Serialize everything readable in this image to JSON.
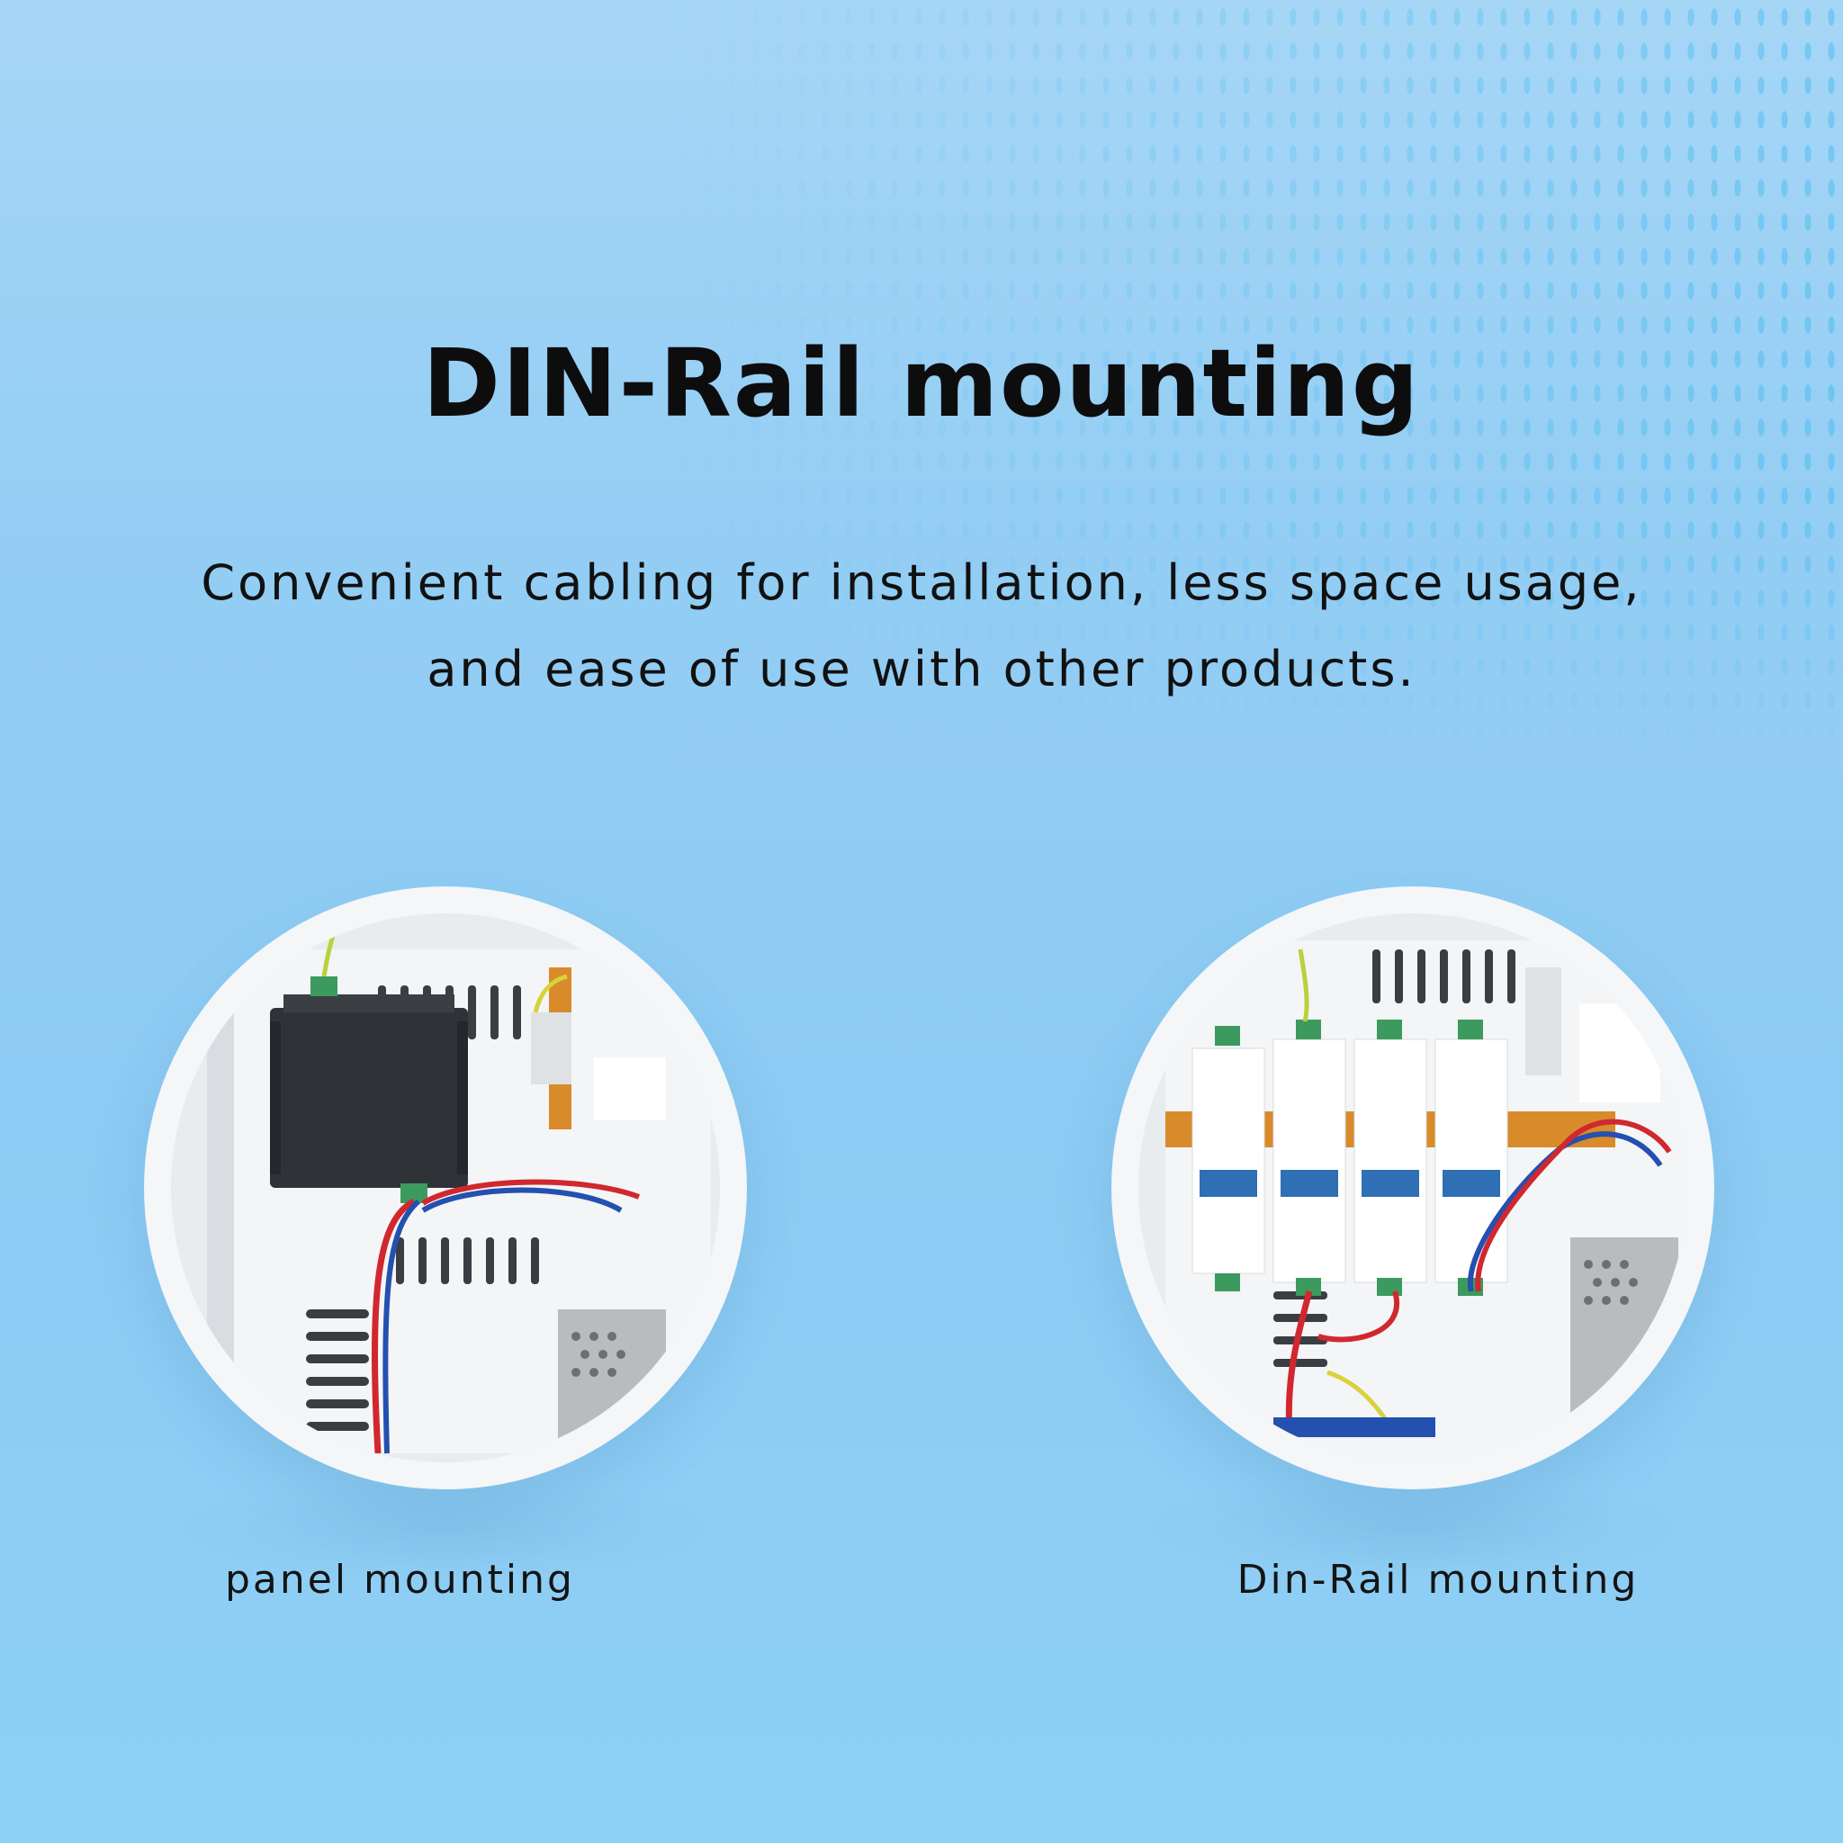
{
  "heading": "DIN-Rail mounting",
  "description": {
    "line1": "Convenient cabling for installation, less space usage,",
    "line2": "and ease of use with other products."
  },
  "panels": [
    {
      "caption": "panel mounting"
    },
    {
      "caption": "Din-Rail mounting"
    }
  ],
  "colors": {
    "background": "#93cdf4",
    "text": "#111111",
    "enclosure": "#eceff1",
    "device": "#2f3338",
    "module_label": "#2f6fb3",
    "wire_red": "#d0282e",
    "wire_blue": "#2450b0",
    "wire_yellow_green": "#b9d23a",
    "terminal_green": "#3c9a5f",
    "din_rail": "#d98b2b"
  }
}
